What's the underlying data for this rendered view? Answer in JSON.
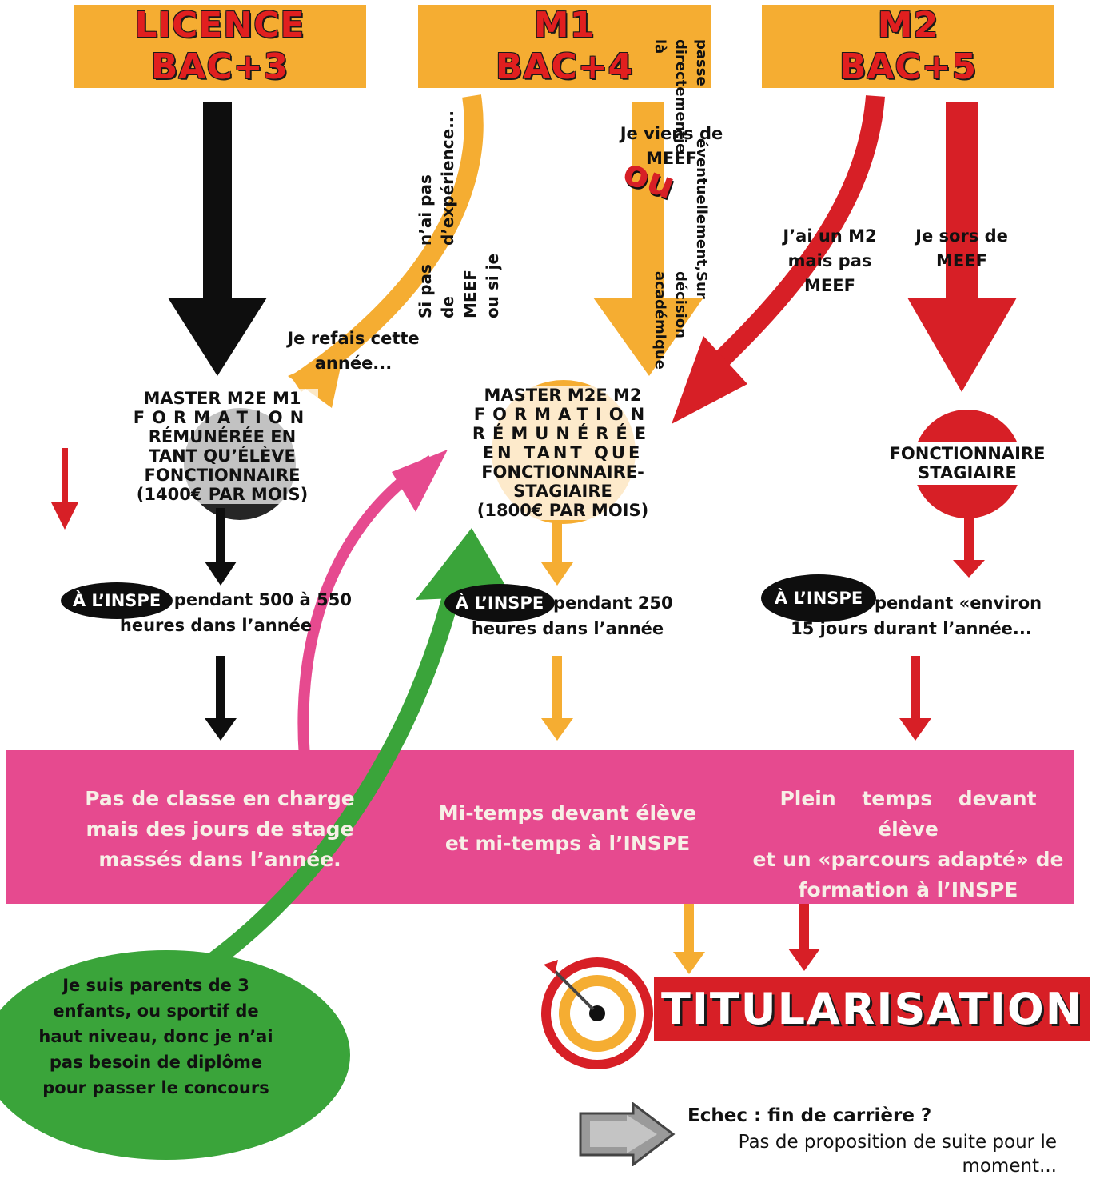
{
  "columns": [
    {
      "line1": "LICENCE",
      "line2": "BAC+3"
    },
    {
      "line1": "M1",
      "line2": "BAC+4"
    },
    {
      "line1": "M2",
      "line2": "BAC+5"
    }
  ],
  "notes": {
    "pas_meef": [
      "Si pas de MEEF ou si je",
      "n’ai pas d’expérience..."
    ],
    "refais": "Je refais cette année...",
    "viens_meef": "Je viens de MEEF",
    "ou": "ou",
    "decision": [
      "Sur décision académique",
      "éventuellement, je",
      "passe directement là"
    ],
    "m2_pas_meef": "J’ai un M2 mais pas MEEF",
    "sors_meef": "Je sors de MEEF"
  },
  "formations": {
    "m1": [
      "MASTER M2E M1",
      "FORMATION",
      "RÉMUNÉRÉE EN",
      "TANT QU’ÉLÈVE",
      "FONCTIONNAIRE",
      "(1400€ PAR MOIS)"
    ],
    "m2": [
      "MASTER M2E M2",
      "FORMATION",
      "RÉMUNÉRÉE",
      "EN TANT QUE",
      "FONCTIONNAIRE-",
      "STAGIAIRE",
      "(1800€ PAR MOIS)"
    ],
    "stagiaire": [
      "FONCTIONNAIRE",
      "STAGIAIRE"
    ]
  },
  "inspe": {
    "label": "À L’INSPE",
    "col1": [
      "pendant 500 à 550",
      "heures dans l’année"
    ],
    "col2": [
      "pendant 250",
      "heures dans l’année"
    ],
    "col3": [
      "pendant «environ",
      "15 jours durant l’année..."
    ]
  },
  "band": {
    "col1": [
      "Pas de classe en charge",
      "mais des jours de stage",
      "massés dans l’année."
    ],
    "col2": [
      "Mi-temps devant élève",
      "et mi-temps à l’INSPE"
    ],
    "col3": [
      "Plein temps devant élève",
      "et un «parcours adapté» de",
      "formation à l’INSPE"
    ]
  },
  "green": [
    "Je suis parents de 3",
    "enfants, ou sportif de",
    "haut niveau, donc je n’ai",
    "pas besoin de diplôme",
    "pour passer le concours"
  ],
  "titularisation": "TITULARISATION",
  "echec": {
    "title": "Echec : fin de carrière ?",
    "line1": "Pas de proposition de suite pour le",
    "line2": "moment..."
  },
  "colors": {
    "orange": "#f5ad32",
    "red": "#d71f26",
    "pink": "#e64a8f",
    "green": "#3aa43a",
    "black": "#0e0e0e"
  },
  "icons": [
    "down-arrow-icon",
    "target-icon",
    "stone-arrow-icon"
  ]
}
